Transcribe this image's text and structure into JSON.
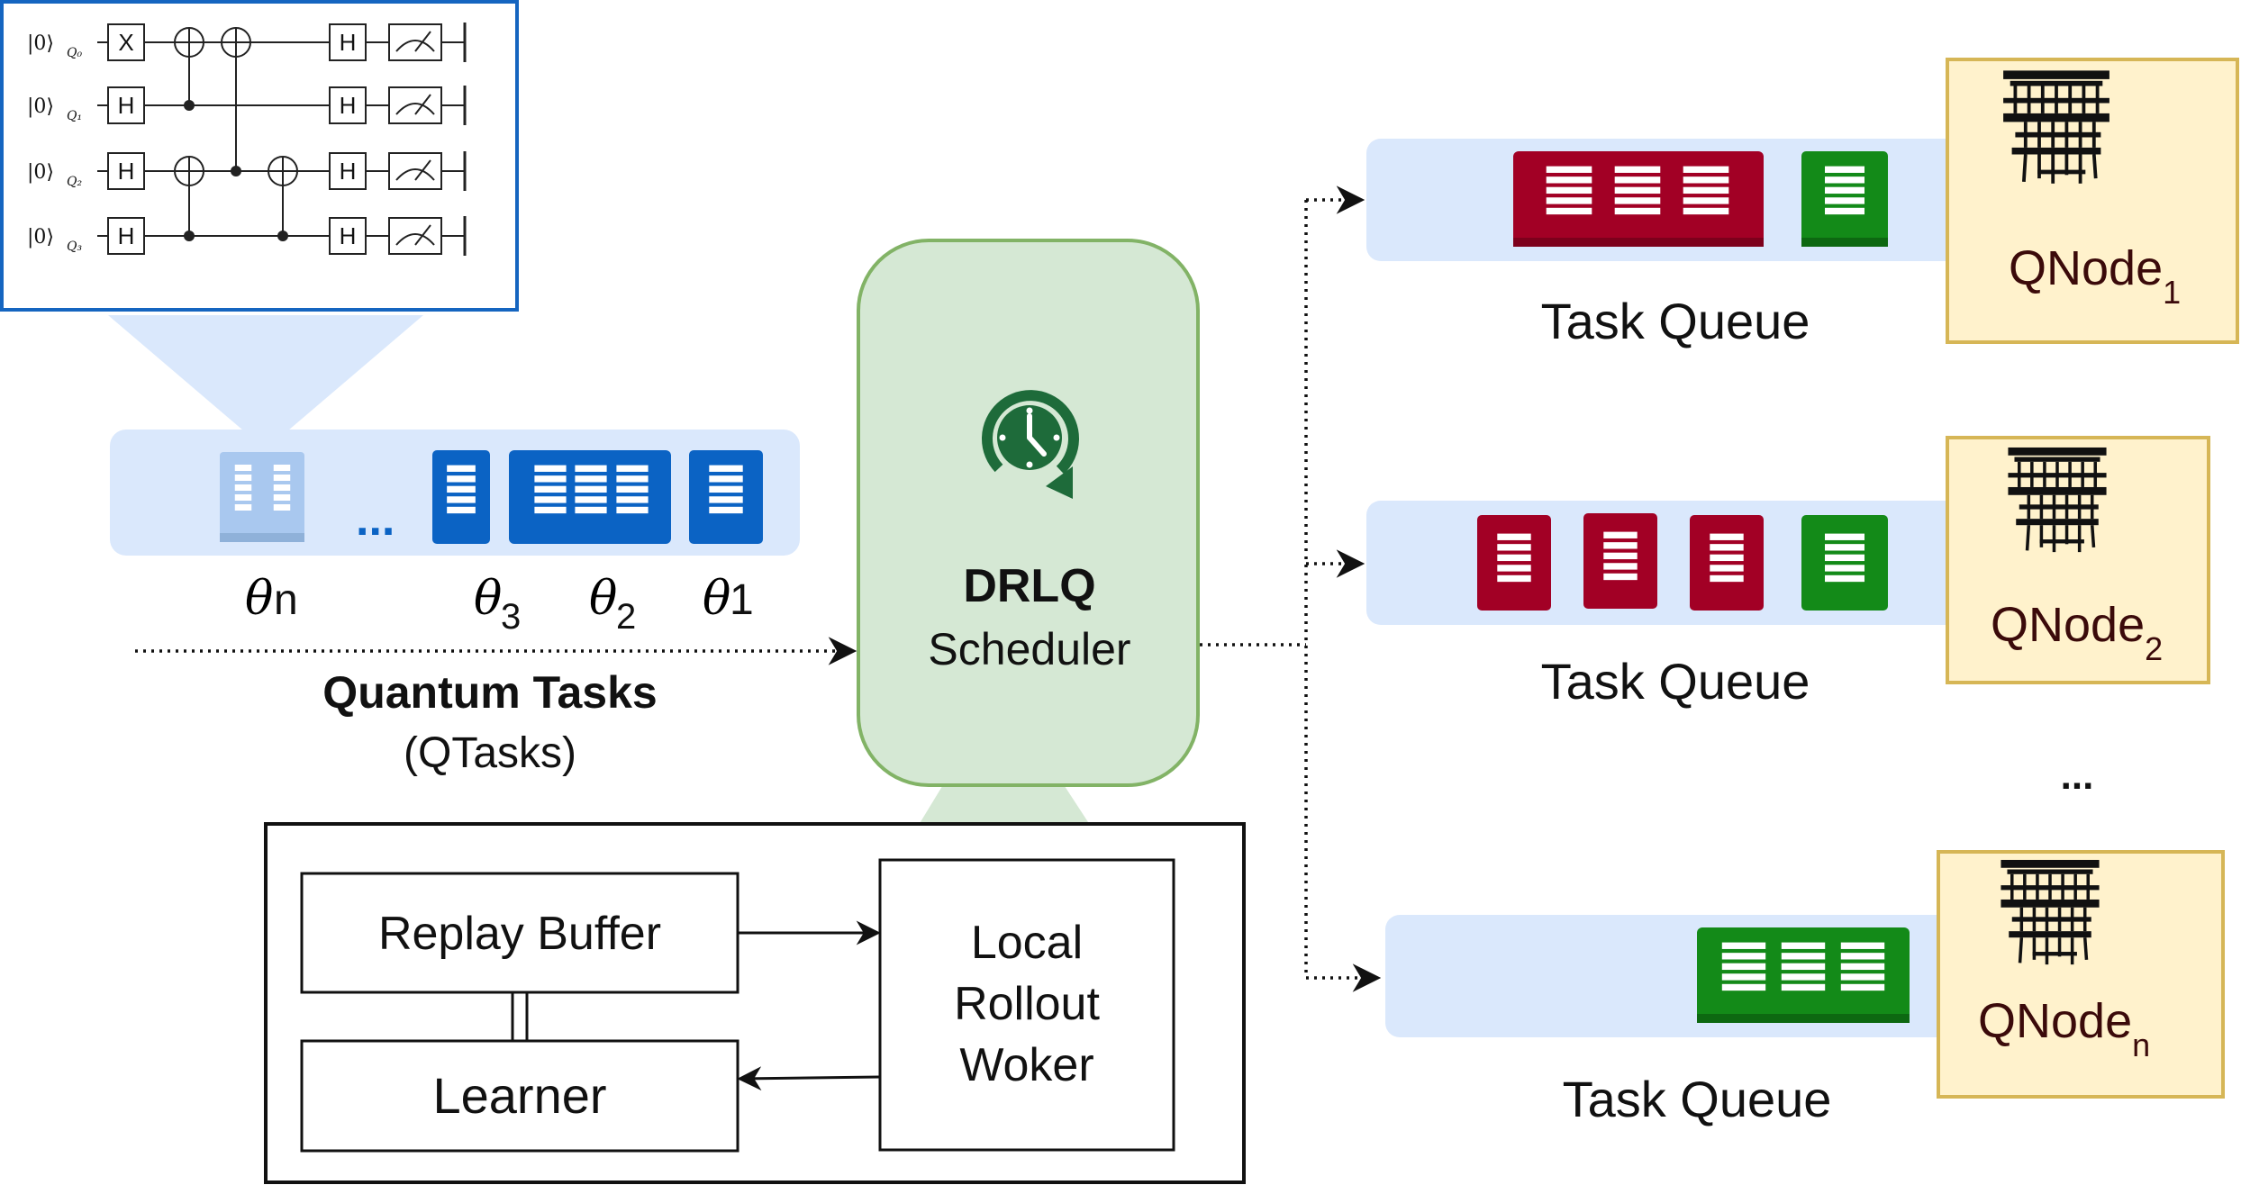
{
  "circuit": {
    "qubits": [
      {
        "ket": "|0⟩",
        "sub": "Q₀"
      },
      {
        "ket": "|0⟩",
        "sub": "Q₁"
      },
      {
        "ket": "|0⟩",
        "sub": "Q₂"
      },
      {
        "ket": "|0⟩",
        "sub": "Q₃"
      }
    ],
    "first_gates": [
      "X",
      "H",
      "H",
      "H"
    ],
    "last_gate": "H"
  },
  "tasks": {
    "ellipsis": "...",
    "thetas": [
      {
        "symbol": "θ",
        "sub": "n"
      },
      {
        "symbol": "θ",
        "sub": "3"
      },
      {
        "symbol": "θ",
        "sub": "2"
      },
      {
        "symbol": "θ",
        "sub": "1"
      }
    ],
    "title": "Quantum Tasks",
    "subtitle": "(QTasks)"
  },
  "scheduler": {
    "title": "DRLQ",
    "subtitle": "Scheduler",
    "icon": "clock-refresh-icon",
    "fill": "#d5e8d4",
    "stroke": "#82b366",
    "icon_color": "#1e6b3a"
  },
  "learning": {
    "replay_buffer": "Replay Buffer",
    "learner": "Learner",
    "worker_line1": "Local",
    "worker_line2": "Rollout",
    "worker_line3": "Woker"
  },
  "queues": [
    {
      "label": "Task Queue",
      "node": "QNode",
      "node_sub": "1"
    },
    {
      "label": "Task Queue",
      "node": "QNode",
      "node_sub": "2"
    },
    {
      "label": "Task Queue",
      "node": "QNode",
      "node_sub": "n"
    }
  ],
  "nodes_ellipsis": "...",
  "colors": {
    "queue_band": "#dae8fc",
    "task_blue": "#0b63c4",
    "task_red": "#a20025",
    "task_green": "#138a18",
    "node_fill": "#fff2cc",
    "node_stroke": "#d6b656",
    "node_text": "#3b0a0a"
  }
}
